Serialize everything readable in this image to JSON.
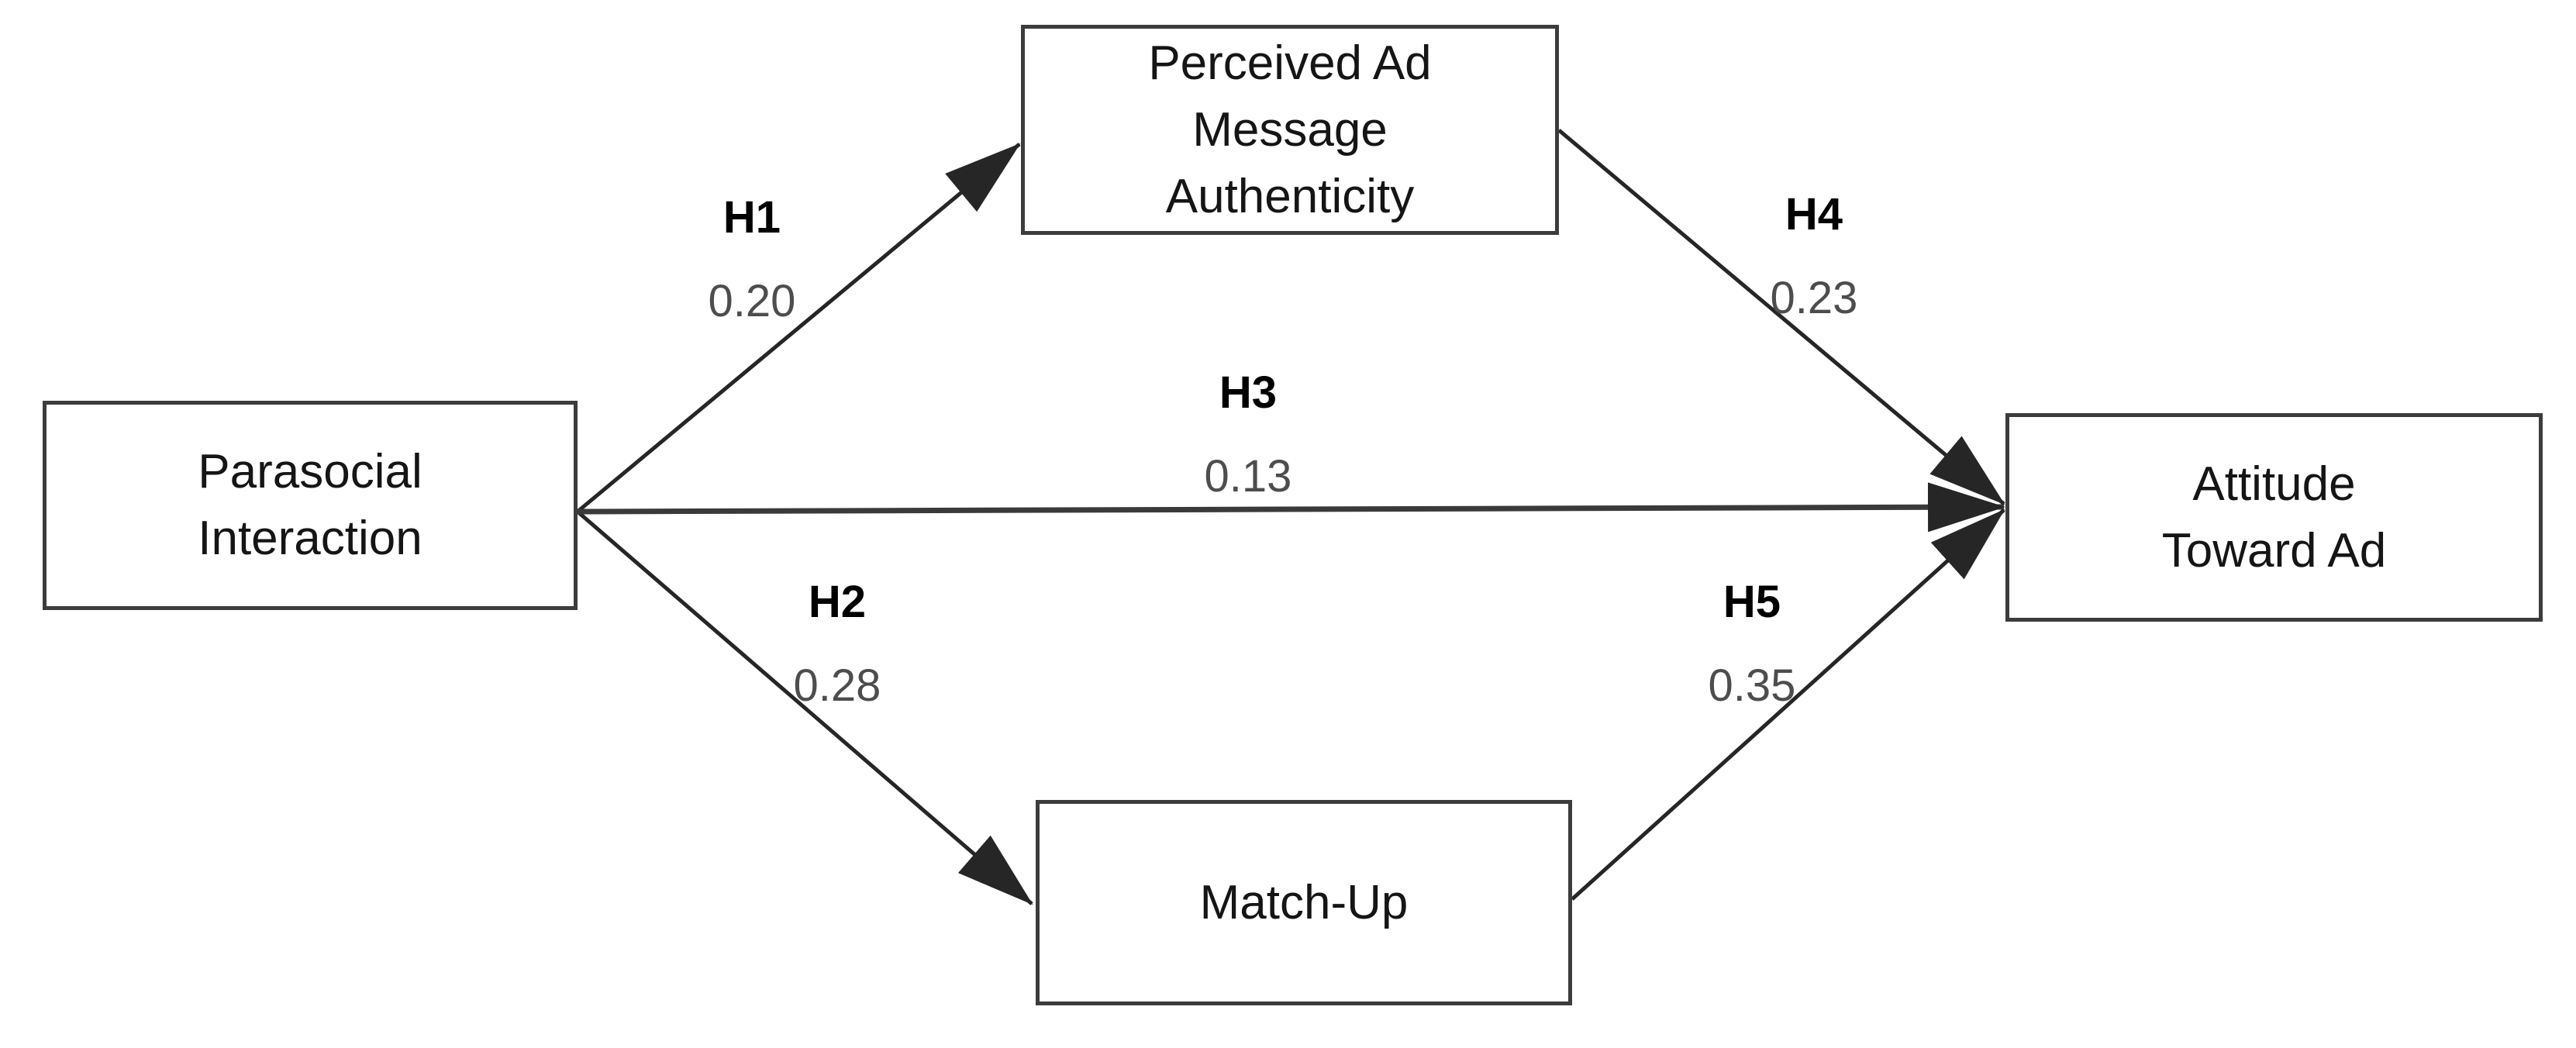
{
  "diagram": {
    "nodes": {
      "parasocial": {
        "lines": [
          "Parasocial",
          "Interaction"
        ]
      },
      "perceived_authenticity": {
        "lines": [
          "Perceived Ad",
          "Message",
          "Authenticity"
        ]
      },
      "match_up": {
        "lines": [
          "Match-Up"
        ]
      },
      "attitude": {
        "lines": [
          "Attitude",
          "Toward Ad"
        ]
      }
    },
    "edges": {
      "h1": {
        "label": "H1",
        "coefficient": "0.20",
        "from": "parasocial",
        "to": "perceived_authenticity"
      },
      "h2": {
        "label": "H2",
        "coefficient": "0.28",
        "from": "parasocial",
        "to": "match_up"
      },
      "h3": {
        "label": "H3",
        "coefficient": "0.13",
        "from": "parasocial",
        "to": "attitude"
      },
      "h4": {
        "label": "H4",
        "coefficient": "0.23",
        "from": "perceived_authenticity",
        "to": "attitude"
      },
      "h5": {
        "label": "H5",
        "coefficient": "0.35",
        "from": "match_up",
        "to": "attitude"
      }
    },
    "colors": {
      "background": "#ffffff",
      "box_border": "#3c3c3c",
      "node_text": "#151515",
      "arrow": "#262626",
      "hypothesis": "#000000",
      "coefficient": "#4d4d4d"
    }
  }
}
